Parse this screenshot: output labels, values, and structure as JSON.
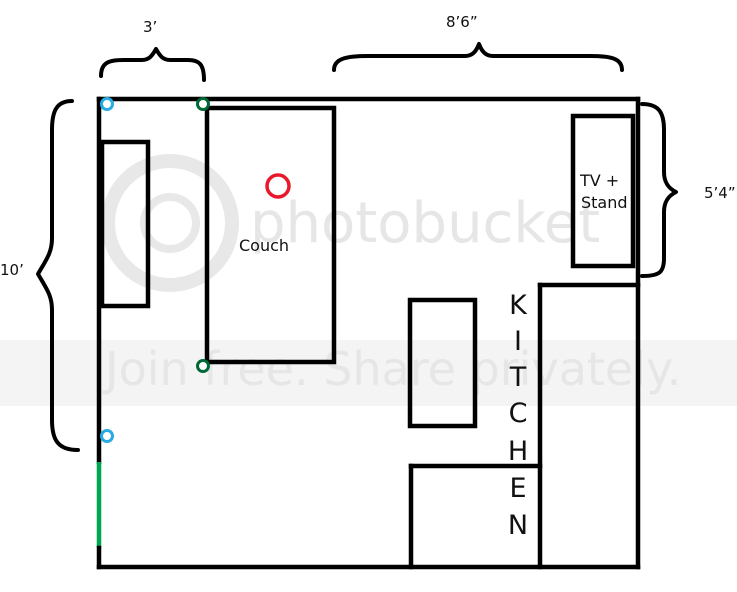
{
  "watermark": {
    "brand": "photobucket",
    "tagline": "Join free. Share privately."
  },
  "dimensions": {
    "top_left": "3’",
    "top_right": "8’6”",
    "left": "10’",
    "right": "5’4”"
  },
  "labels": {
    "couch": "Couch",
    "tv_line1": "TV +",
    "tv_line2": "Stand",
    "kitchen_letters": [
      "K",
      "I",
      "T",
      "C",
      "H",
      "E",
      "N"
    ]
  },
  "colors": {
    "wall": "#000000",
    "marker_blue": "#29abe2",
    "marker_green": "#006837",
    "marker_red": "#e8192c",
    "door_green": "#00a651",
    "watermark": "#e6e6e6"
  }
}
